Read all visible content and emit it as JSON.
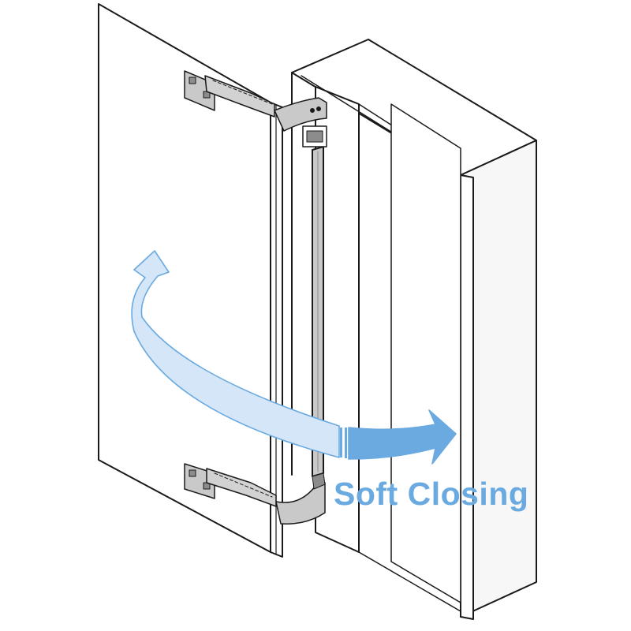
{
  "label": {
    "text": "Soft Closing"
  },
  "colors": {
    "line": "#1a1a1a",
    "panel_fill": "#ffffff",
    "cabinet_side": "#f4f4f4",
    "hardware_fill": "#c9c9c9",
    "hardware_dark": "#8c8c8c",
    "arrow_light": "#d4e6f8",
    "arrow_blue": "#6aaae0",
    "label_blue": "#6aaae0"
  },
  "icons": {
    "door": "door-panel",
    "cabinet": "cabinet-box",
    "hinge": "hinge-arm-icon",
    "rod": "damper-rod",
    "arrow": "closing-arrow-icon"
  }
}
